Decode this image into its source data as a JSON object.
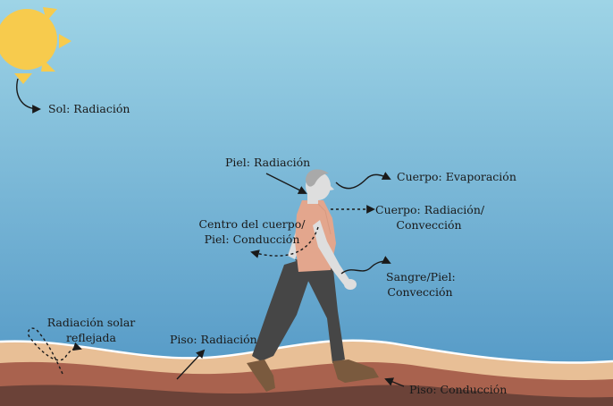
{
  "labels": {
    "sun": "Sol: Radiación",
    "skin_radiation": "Piel: Radiación",
    "body_evaporation": "Cuerpo: Evaporación",
    "body_radiation_line1": "Cuerpo: Radiación/",
    "body_radiation_line2": "Convección",
    "core_line1": "Centro del cuerpo/",
    "core_line2": "Piel: Conducción",
    "blood_line1": "Sangre/Piel:",
    "blood_line2": "Convección",
    "reflected_line1": "Radiación solar",
    "reflected_line2": "reflejada",
    "floor_radiation": "Piso: Radiación",
    "floor_conduction": "Piso: Conducción"
  },
  "colors": {
    "sky_top": "#9ed4e6",
    "sky_bottom": "#4f95c4",
    "sun": "#f7cb4d",
    "ground_top": "#e8bf96",
    "ground_mid": "#a9624e",
    "ground_deep": "#6b4238",
    "shirt": "#e3a68d",
    "pants": "#464646",
    "skin": "#dedede",
    "hair": "#a9a9a9",
    "shoe": "#7a5a3e"
  },
  "icons": [
    "sun-icon",
    "person-figure",
    "arrow-icon"
  ]
}
